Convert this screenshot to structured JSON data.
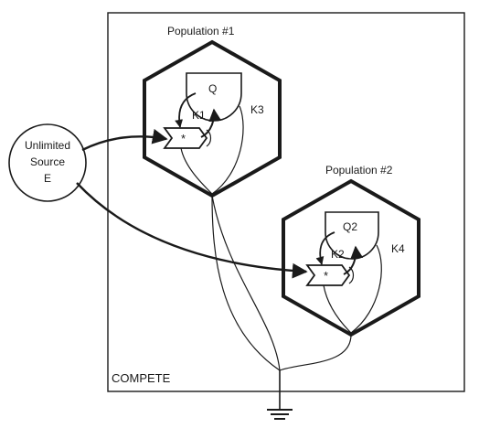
{
  "frame": {
    "label": "COMPETE"
  },
  "source": {
    "lines": [
      "Unlimited",
      "Source",
      "E"
    ]
  },
  "populations": [
    {
      "title": "Population #1",
      "storage_label": "Q",
      "multiplier_label": "*",
      "rate_label_a": "K1",
      "rate_label_b": "K3"
    },
    {
      "title": "Population #2",
      "storage_label": "Q2",
      "multiplier_label": "*",
      "rate_label_a": "K2",
      "rate_label_b": "K4"
    }
  ],
  "sink": {
    "icon": "ground-icon"
  }
}
